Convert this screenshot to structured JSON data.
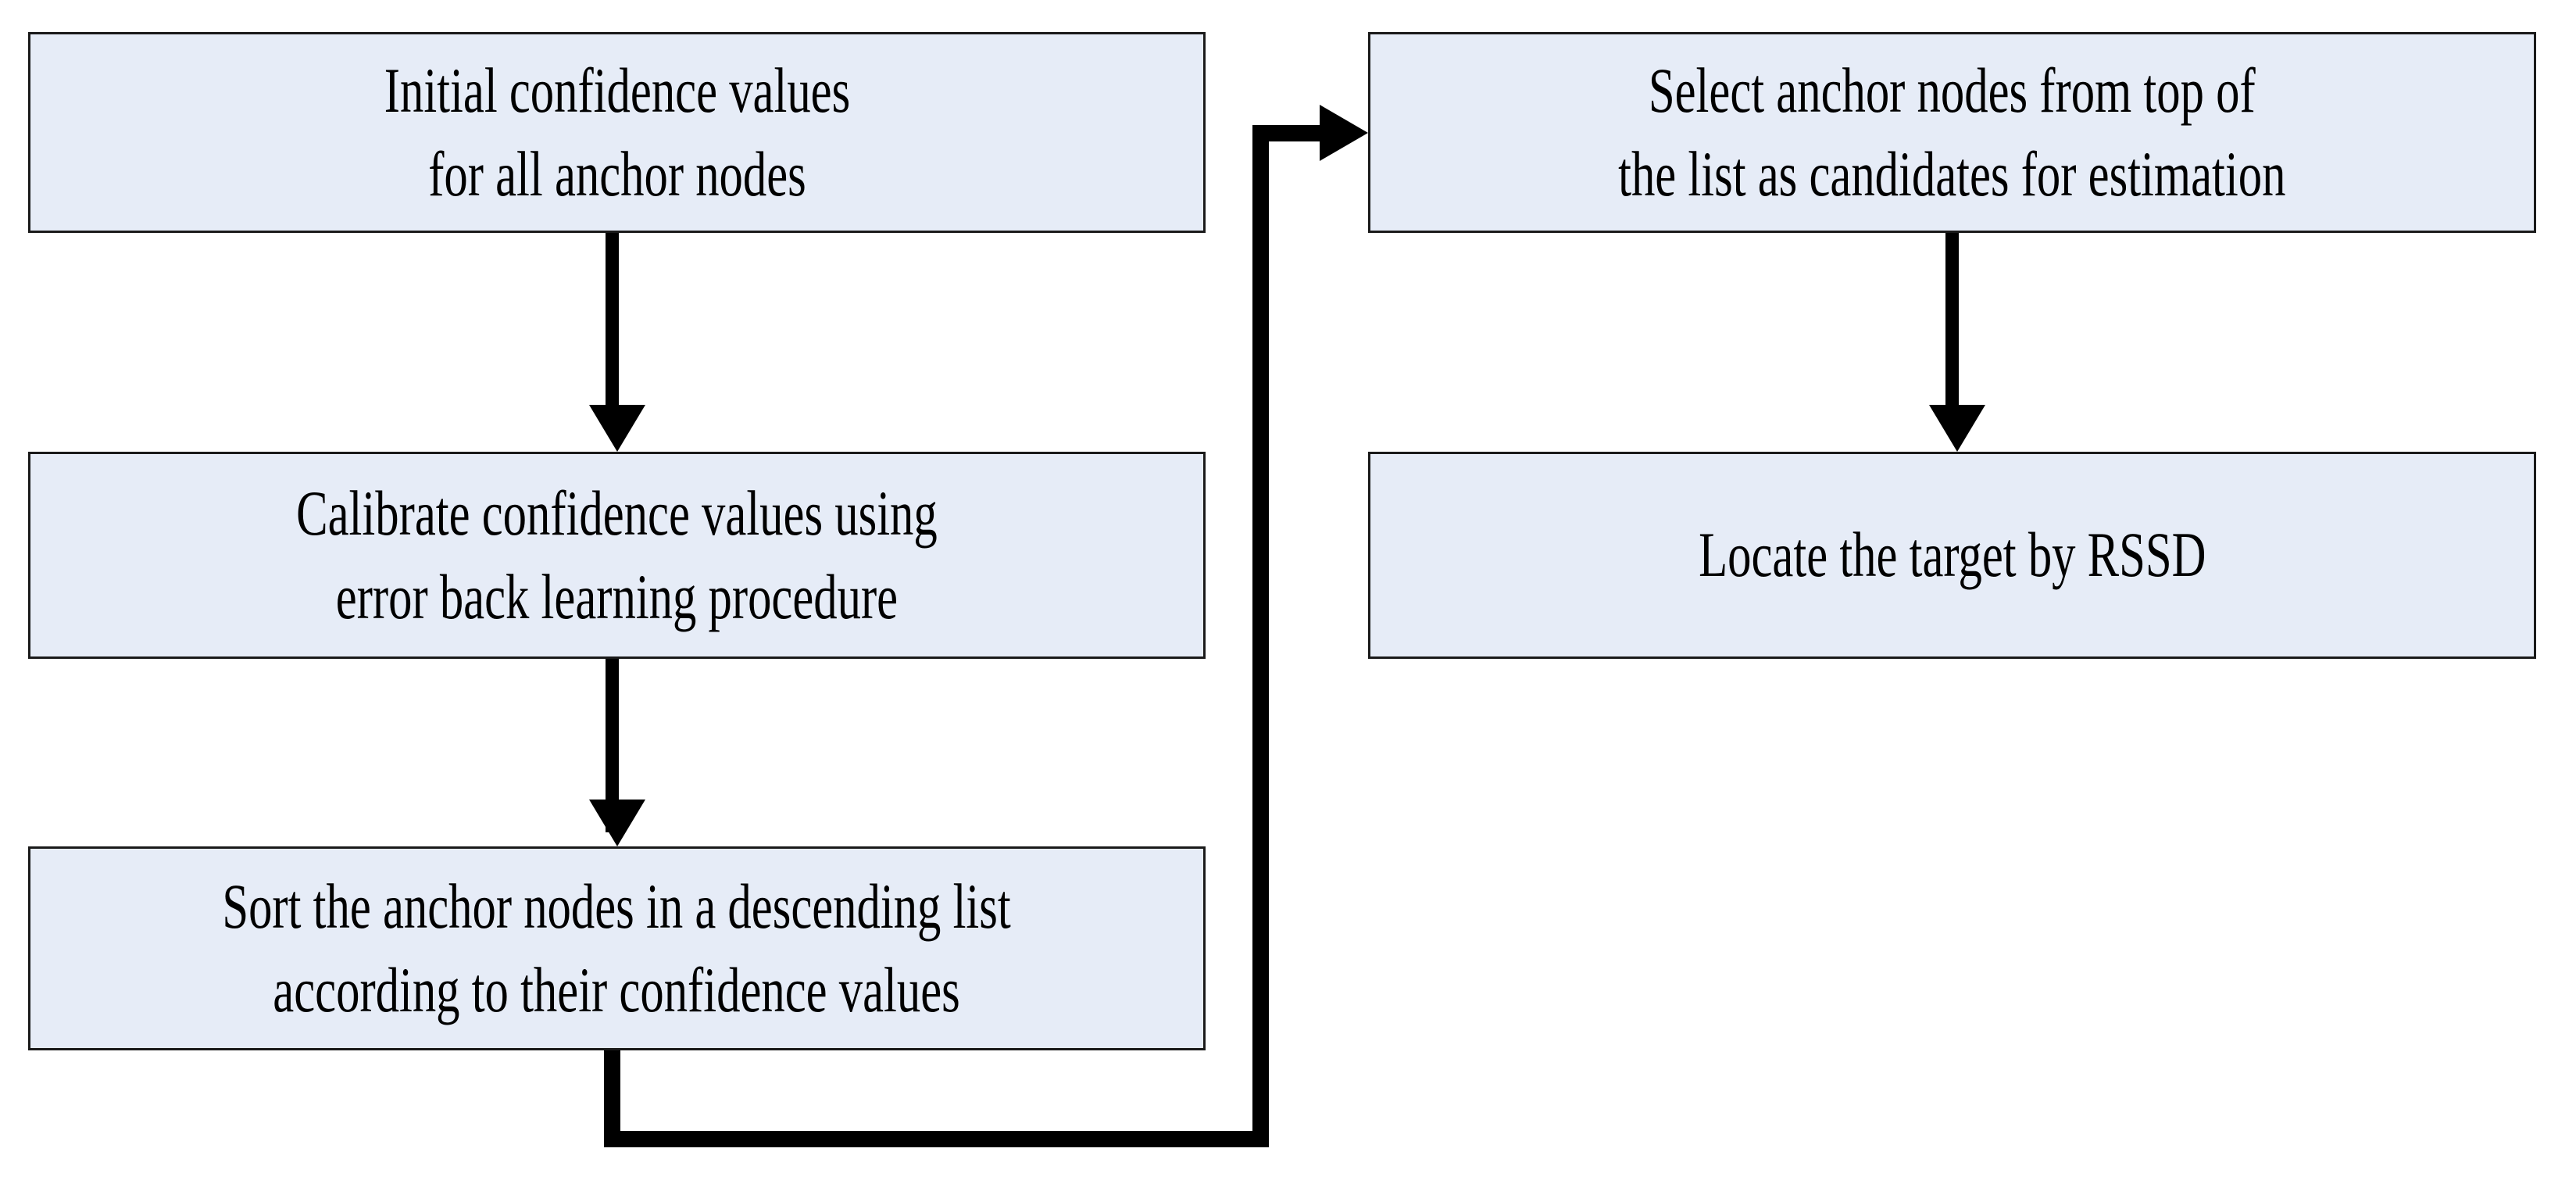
{
  "diagram": {
    "title": "Anchor node confidence calibration and target localization flowchart",
    "type": "flowchart",
    "accent_fill": "#e6ecf7",
    "stroke_color": "#1a1a1a",
    "background": "#ffffff",
    "nodes": [
      {
        "id": "initial-confidence",
        "line1": "Initial confidence values",
        "line2": "for all anchor nodes"
      },
      {
        "id": "calibrate",
        "line1": "Calibrate confidence values using",
        "line2": "error back learning procedure"
      },
      {
        "id": "sort",
        "line1": "Sort the anchor nodes in a descending list",
        "line2": "according to their confidence values"
      },
      {
        "id": "select-anchor",
        "line1": "Select anchor nodes from top of",
        "line2": "the list as candidates for estimation"
      },
      {
        "id": "locate-target",
        "line1": "Locate the target by RSSD",
        "line2": ""
      }
    ],
    "edges": [
      {
        "id": "edge1",
        "from": "initial-confidence",
        "to": "calibrate",
        "style": "straight-down",
        "label": ""
      },
      {
        "id": "edge2",
        "from": "calibrate",
        "to": "sort",
        "style": "straight-down",
        "label": ""
      },
      {
        "id": "edge3",
        "from": "select-anchor",
        "to": "locate-target",
        "style": "straight-down",
        "label": ""
      },
      {
        "id": "edge4",
        "from": "sort",
        "to": "select-anchor",
        "style": "feedback-loop",
        "label": ""
      }
    ]
  }
}
